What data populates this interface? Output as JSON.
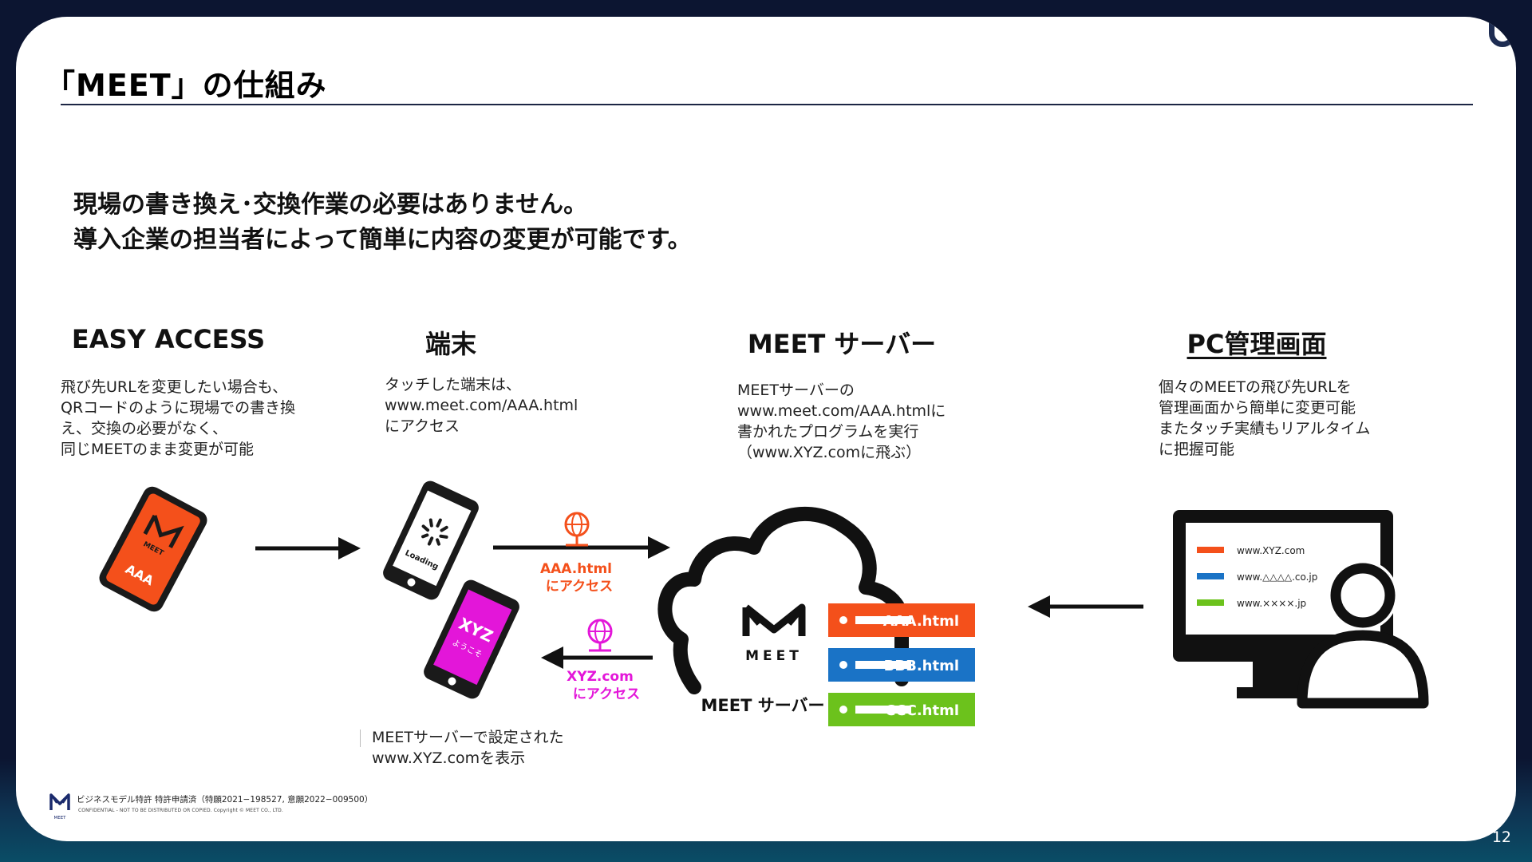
{
  "slide": {
    "title": "「MEET」の仕組み",
    "headline": [
      "現場の書き換え･交換作業の必要はありません。",
      "導入企業の担当者によって簡単に内容の変更が可能です。"
    ],
    "page_number": "12"
  },
  "columns": [
    {
      "title": "EASY ACCESS",
      "desc": [
        "飛び先URLを変更したい場合も、",
        "QRコードのように現場での書き換",
        "え、交換の必要がなく、",
        "同じMEETのまま変更が可能"
      ]
    },
    {
      "title": "端末",
      "desc": [
        "タッチした端末は、",
        "www.meet.com/AAA.html",
        "にアクセス"
      ]
    },
    {
      "title": "MEET サーバー",
      "desc": [
        "MEETサーバーの",
        "www.meet.com/AAA.htmlに",
        "書かれたプログラムを実行",
        "（www.XYZ.comに飛ぶ）"
      ]
    },
    {
      "title": "PC管理画面",
      "desc": [
        "個々のMEETの飛び先URLを",
        "管理画面から簡単に変更可能",
        "またタッチ実績もリアルタイム",
        "に把握可能"
      ]
    }
  ],
  "diagram": {
    "tag_brand": "MEET",
    "tag_label": "AAA",
    "phone1_text": "Loading",
    "phone2_text": "XYZ",
    "phone2_sub": "ようこそ",
    "access1": [
      "AAA.html",
      "にアクセス"
    ],
    "access2": [
      "XYZ.com",
      "にアクセス"
    ],
    "server_logo_text": "MEET",
    "server_caption": "MEET サーバー",
    "server_pages": [
      {
        "label": "AAA.html",
        "color": "#f4501b"
      },
      {
        "label": "BBB.html",
        "color": "#1a73c6"
      },
      {
        "label": "CCC.html",
        "color": "#6cc21c"
      }
    ],
    "monitor_rows": [
      {
        "label": "www.XYZ.com",
        "color": "#f4501b"
      },
      {
        "label": "www.△△△△.co.jp",
        "color": "#1a73c6"
      },
      {
        "label": "www.××××.jp",
        "color": "#6cc21c"
      }
    ],
    "bottom_caption": [
      "MEETサーバーで設定された",
      "www.XYZ.comを表示"
    ],
    "colors": {
      "orange": "#f4501b",
      "magenta": "#e316d9",
      "blue": "#1a73c6",
      "green": "#6cc21c"
    }
  },
  "footer": {
    "logo_text": "MEET",
    "line1": "ビジネスモデル特許 特許申請済（特願2021−198527, 意願2022−009500）",
    "line2": "CONFIDENTIAL - NOT TO BE DISTRIBUTED OR COPIED. Copyright © MEET CO., LTD."
  }
}
